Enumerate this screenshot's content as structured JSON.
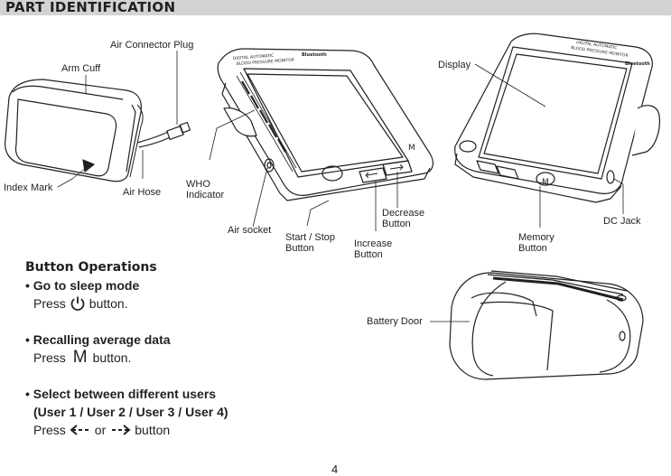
{
  "header": {
    "title": "PART IDENTIFICATION"
  },
  "labels": {
    "air_connector_plug": "Air Connector Plug",
    "arm_cuff": "Arm Cuff",
    "index_mark": "Index Mark",
    "air_hose": "Air Hose",
    "who_indicator_1": "WHO",
    "who_indicator_2": "Indicator",
    "air_socket": "Air socket",
    "start_stop_1": "Start / Stop",
    "start_stop_2": "Button",
    "increase_1": "Increase",
    "increase_2": "Button",
    "decrease_1": "Decrease",
    "decrease_2": "Button",
    "display": "Display",
    "memory_1": "Memory",
    "memory_2": "Button",
    "dc_jack": "DC Jack",
    "battery_door": "Battery Door"
  },
  "device_text": {
    "front_line1": "DIGITAL AUTOMATIC",
    "front_line2": "BLOOD PRESSURE MONITOR",
    "brand": "Bluetooth",
    "memory_key": "M"
  },
  "operations": {
    "title": "Button Operations",
    "items": [
      {
        "heading": "• Go to sleep mode",
        "prefix": "Press",
        "icon": "power-icon",
        "suffix": "button."
      },
      {
        "heading": "• Recalling average data",
        "prefix": "Press",
        "glyph": "M",
        "suffix": "button."
      },
      {
        "heading": "• Select between different users",
        "subheading": "(User 1 / User 2 / User 3 /  User 4)",
        "prefix": "Press",
        "icon": "left-arrow-icon",
        "middle": "or",
        "icon2": "right-arrow-icon",
        "suffix": "button"
      }
    ]
  },
  "page_number": "4"
}
